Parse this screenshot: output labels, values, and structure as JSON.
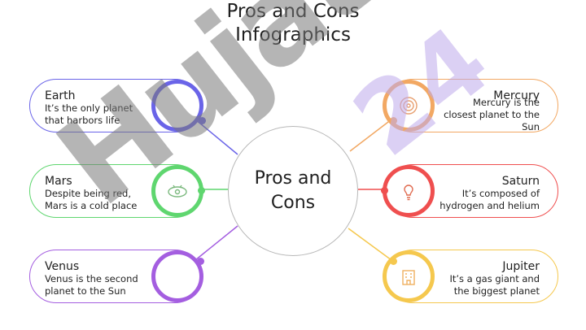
{
  "title": {
    "line1": "Pros and Cons",
    "line2": "Infographics"
  },
  "hub": {
    "line1": "Pros and",
    "line2": "Cons"
  },
  "left_items": [
    {
      "name": "Earth",
      "desc1": "It’s the only planet",
      "desc2": "that harbors life",
      "color": "#6a64e8",
      "icon": "scientist-icon"
    },
    {
      "name": "Mars",
      "desc1": "Despite being red,",
      "desc2": "Mars is a cold place",
      "color": "#5fd66f",
      "icon": "money-icon"
    },
    {
      "name": "Venus",
      "desc1": "Venus is the second",
      "desc2": "planet to the Sun",
      "color": "#a45ee0",
      "icon": "handshake-icon"
    }
  ],
  "right_items": [
    {
      "name": "Mercury",
      "desc1": "Mercury is the",
      "desc2": "closest planet to the",
      "desc3": "Sun",
      "color": "#f2a863",
      "icon": "target-icon"
    },
    {
      "name": "Saturn",
      "desc1": "It’s composed of",
      "desc2": "hydrogen and helium",
      "color": "#ef4f4f",
      "icon": "lightbulb-icon"
    },
    {
      "name": "Jupiter",
      "desc1": "It’s a gas giant and",
      "desc2": "the biggest planet",
      "color": "#f5c84e",
      "icon": "building-icon"
    }
  ],
  "watermark": {
    "text": "Hujat",
    "text2": "24"
  }
}
